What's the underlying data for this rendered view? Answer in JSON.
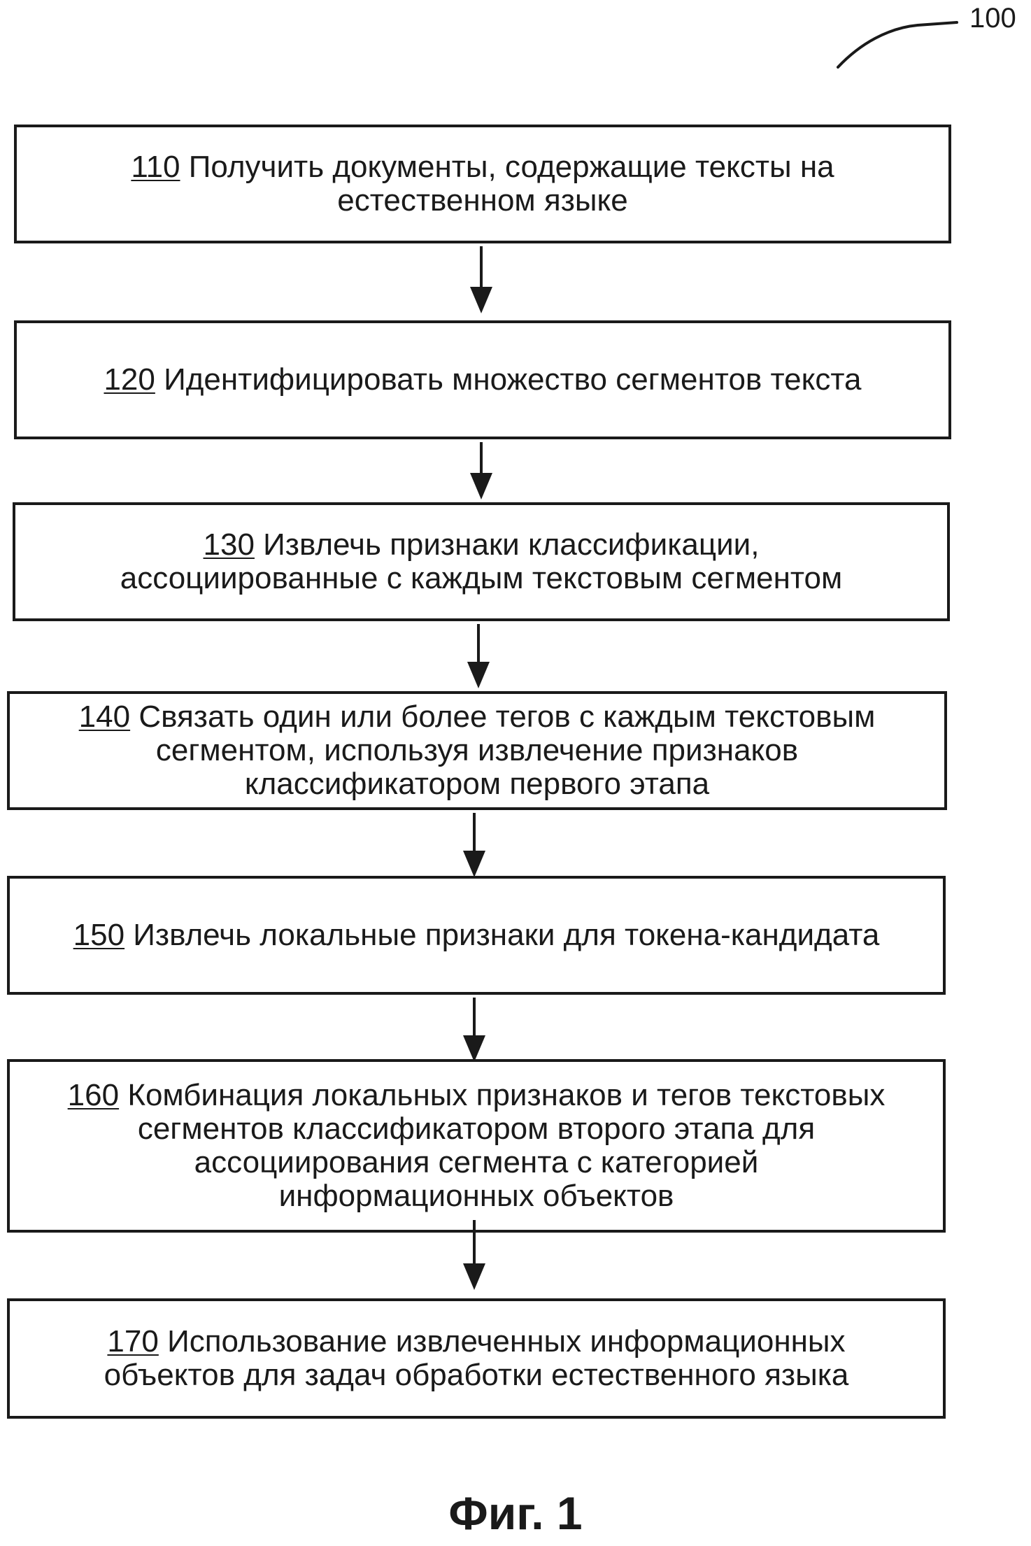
{
  "diagram": {
    "ref_number": "100",
    "steps": [
      {
        "num": "110",
        "text": "Получить документы, содержащие тексты на\nестественном языке"
      },
      {
        "num": "120",
        "text": "Идентифицировать множество сегментов текста"
      },
      {
        "num": "130",
        "text": "Извлечь признаки классификации,\nассоциированные с каждым текстовым сегментом"
      },
      {
        "num": "140",
        "text": "Связать один или более тегов с каждым текстовым\nсегментом, используя извлечение признаков\nклассификатором первого этапа"
      },
      {
        "num": "150",
        "text": "Извлечь локальные признаки для токена-кандидата"
      },
      {
        "num": "160",
        "text": "Комбинация локальных признаков и тегов текстовых\nсегментов классификатором второго этапа для\nассоциирования сегмента с категорией\nинформационных объектов"
      },
      {
        "num": "170",
        "text": "Использование извлеченных информационных\nобъектов для задач обработки естественного языка"
      }
    ],
    "caption": "Фиг. 1"
  }
}
